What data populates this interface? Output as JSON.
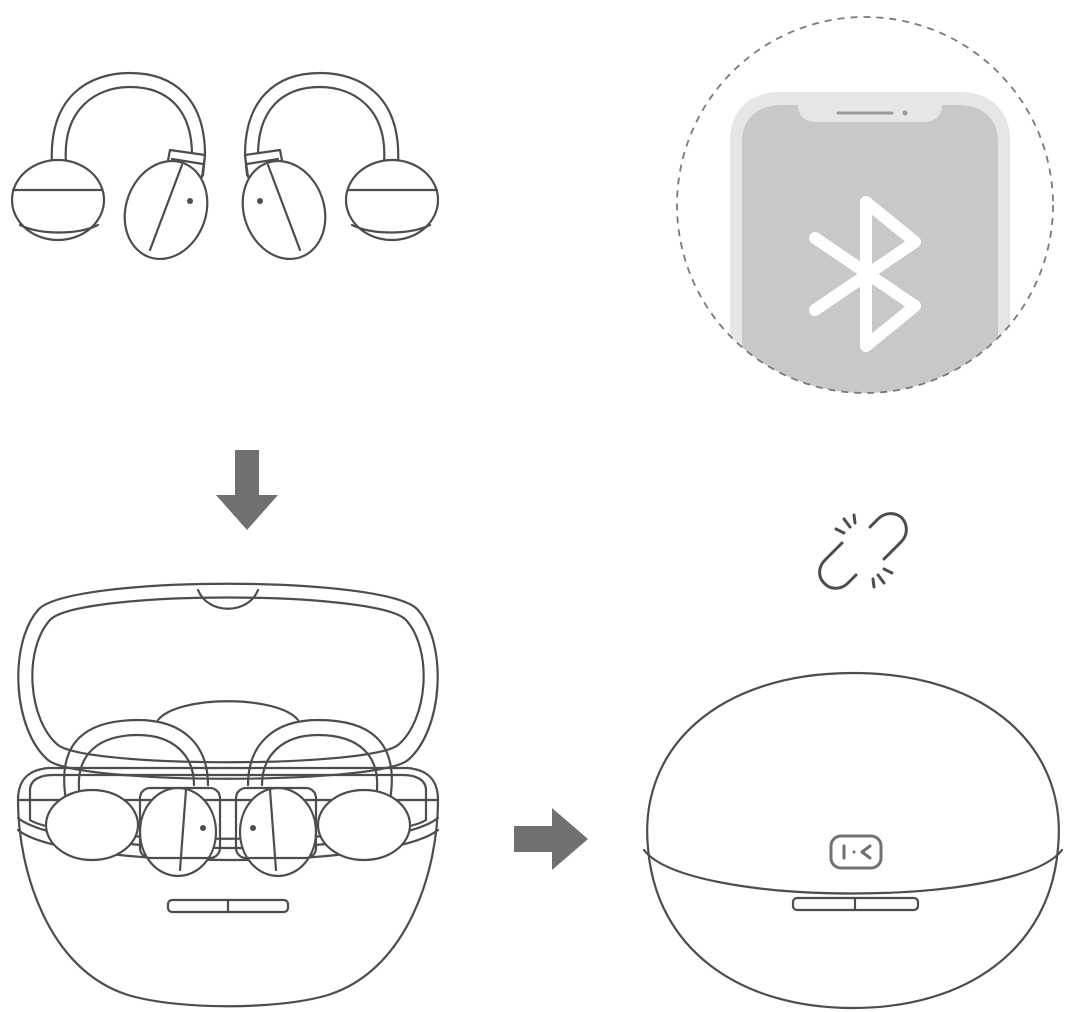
{
  "diagram": {
    "step1": {
      "illustration": "open-ear-earbuds-pair"
    },
    "step2": {
      "indicator": "arrow-down-icon",
      "illustration": "charging-case-open-with-earbuds"
    },
    "step3": {
      "indicator": "arrow-right-icon",
      "illustration": "charging-case-closed"
    },
    "step4": {
      "indicator": "link-broken-icon",
      "illustration": "phone-bluetooth-disconnected"
    }
  },
  "colors": {
    "arrow": "#707070",
    "outline": "#4d4d4d",
    "phone_screen": "#c8c8c8",
    "phone_bezel": "#e6e6e6",
    "dashed_circle": "#7a7a7a"
  }
}
